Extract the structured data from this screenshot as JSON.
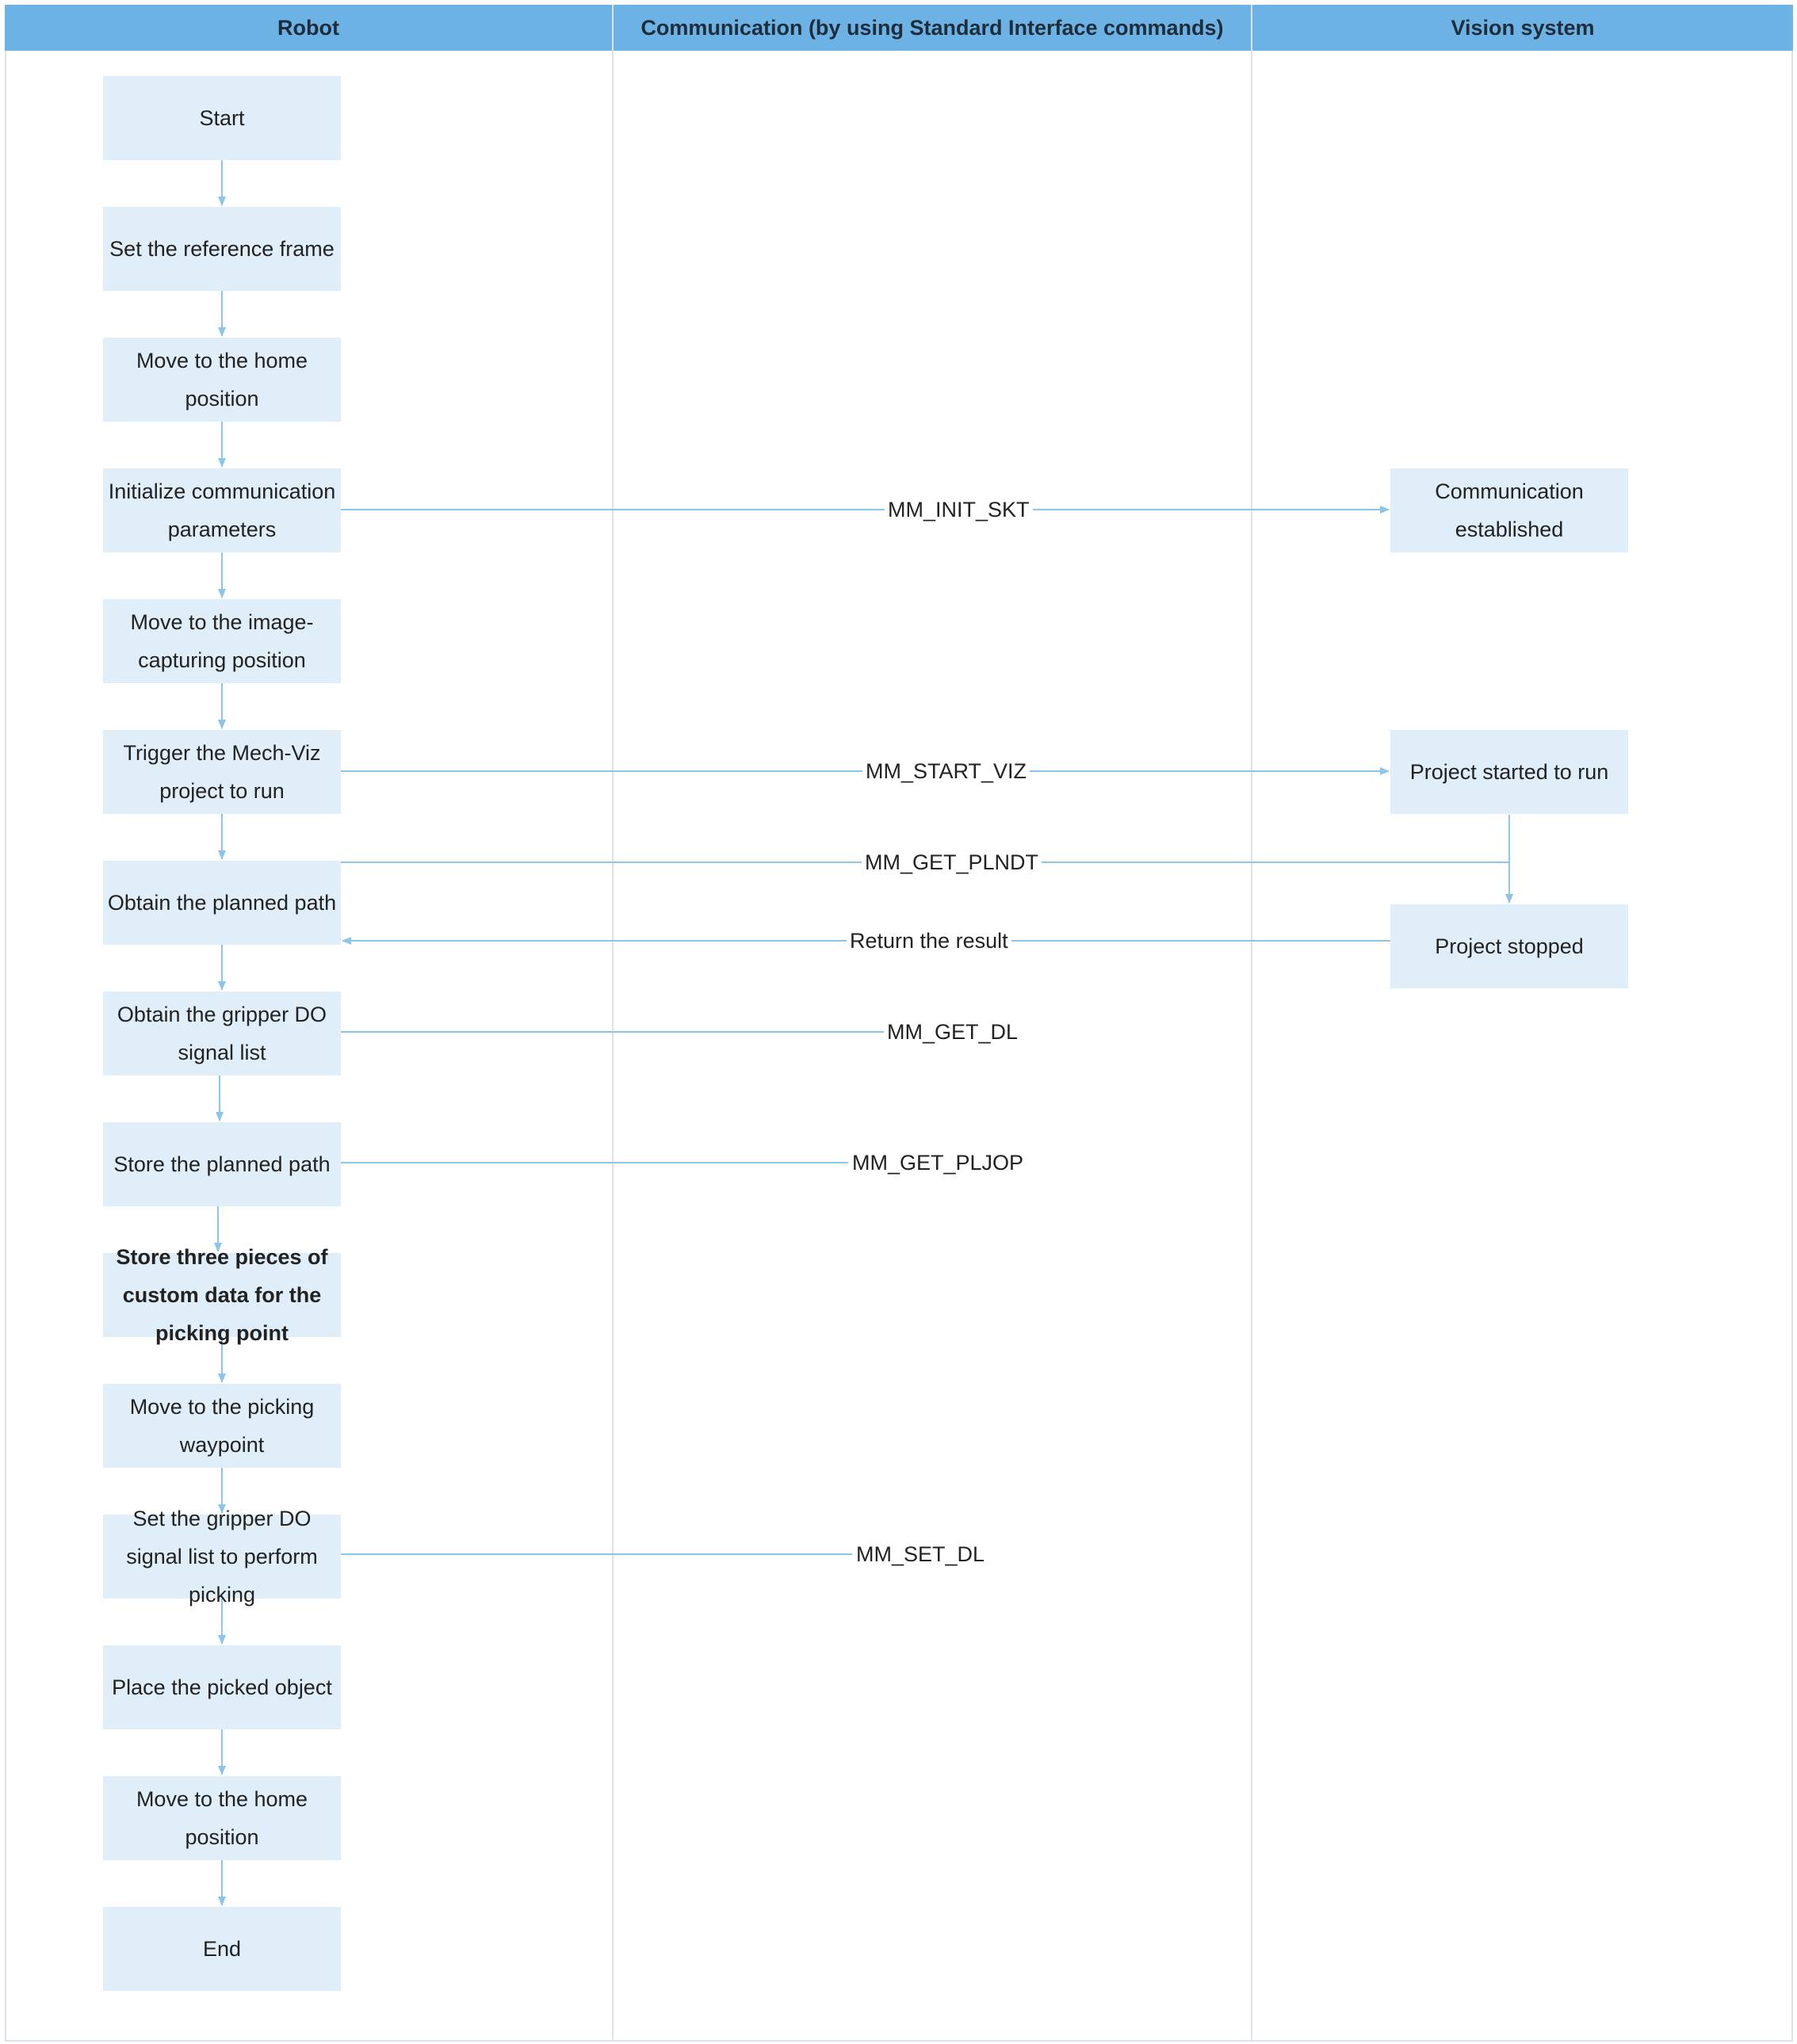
{
  "lanes": {
    "robot": "Robot",
    "communication": "Communication (by using Standard Interface commands)",
    "vision": "Vision system"
  },
  "robot_steps": [
    "Start",
    "Set the reference frame",
    "Move to the home position",
    "Initialize communication parameters",
    "Move to the image-capturing position",
    "Trigger the Mech-Viz project to run",
    "Obtain the planned path",
    "Obtain the gripper DO signal list",
    "Store the planned path",
    "Store three pieces of custom data for the picking point",
    "Move to the picking waypoint",
    "Set the gripper DO signal list to perform picking",
    "Place the picked object",
    "Move to the home position",
    "End"
  ],
  "vision_steps": [
    "Communication established",
    "Project started to run",
    "Project stopped"
  ],
  "commands": {
    "init": "MM_INIT_SKT",
    "start": "MM_START_VIZ",
    "get_plan": "MM_GET_PLNDT",
    "return": "Return the result",
    "get_dl": "MM_GET_DL",
    "get_pljop": "MM_GET_PLJOP",
    "set_dl": "MM_SET_DL"
  },
  "colors": {
    "header": "#6cb2e4",
    "box": "#e0eef9",
    "connector": "#8cc4ea",
    "divider": "#dde3ea"
  }
}
